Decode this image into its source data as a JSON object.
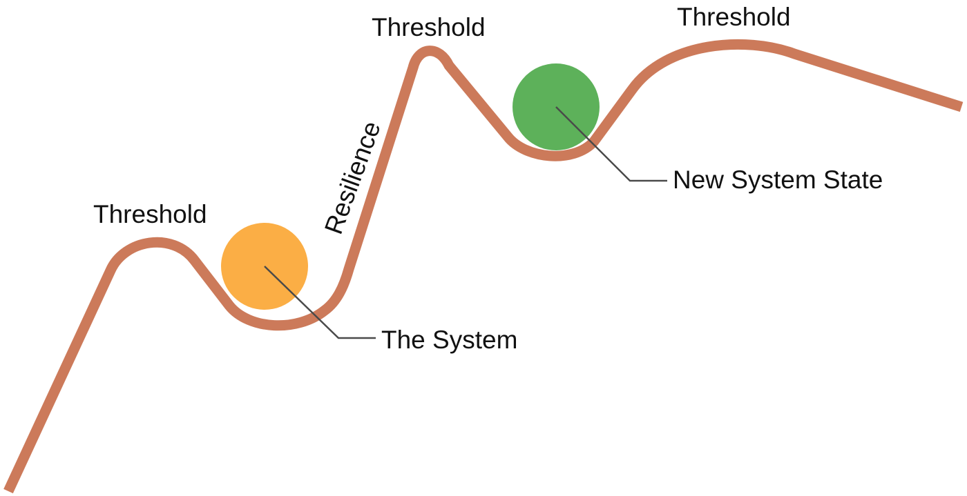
{
  "labels": {
    "threshold_left": "Threshold",
    "threshold_middle": "Threshold",
    "threshold_right": "Threshold",
    "resilience": "Resilience",
    "the_system": "The System",
    "new_system_state": "New System State"
  },
  "colors": {
    "landscape": "#CC7A5A",
    "system_ball": "#FBAE45",
    "new_state_ball": "#5DB15A",
    "leader_line": "#4A4A4A",
    "text": "#111111"
  }
}
